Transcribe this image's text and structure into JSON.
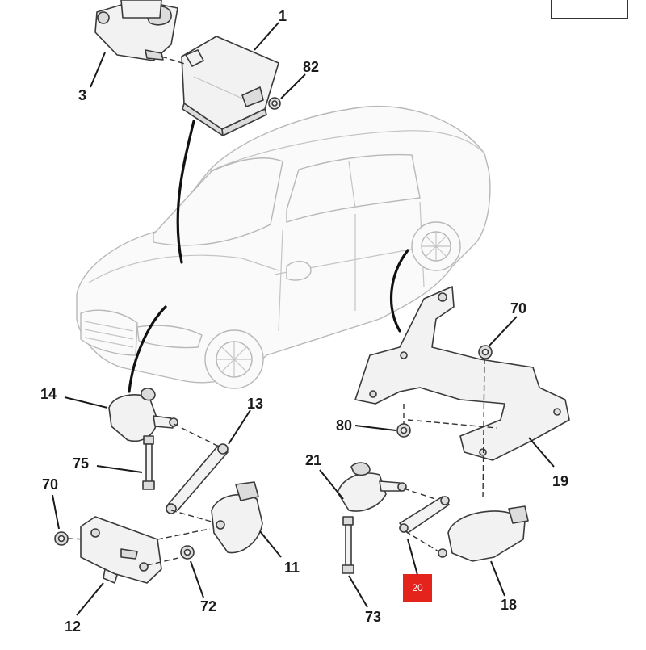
{
  "diagram": {
    "callouts": {
      "c1": "1",
      "c3": "3",
      "c82": "82",
      "c14": "14",
      "c13": "13",
      "c75": "75",
      "c70_left": "70",
      "c11": "11",
      "c12": "12",
      "c72": "72",
      "c21": "21",
      "c73": "73",
      "c18": "18",
      "c70_right": "70",
      "c80": "80",
      "c19": "19"
    },
    "highlighted_callout": "20",
    "colors": {
      "highlight": "#e3231c",
      "outline": "#3a3a3a",
      "car_outline": "#b8b8b8"
    }
  }
}
